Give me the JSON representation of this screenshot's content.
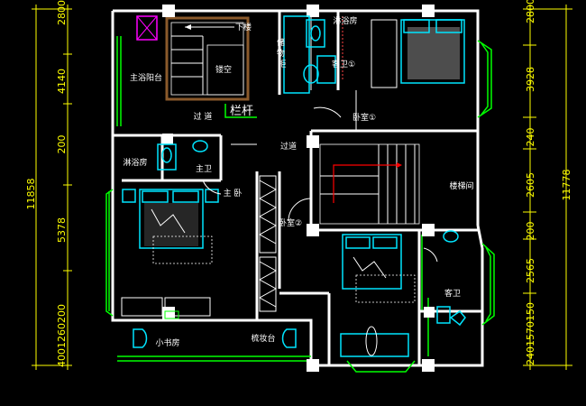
{
  "labels": {
    "down_stairs": "下楼",
    "shower_top": "淋浴房",
    "master_balcony": "主浴阳台",
    "storage_cabinet": "储物柜",
    "void": "镂空",
    "guest_bath_1": "客卫①",
    "corridor_top": "过  道",
    "railing": "栏杆",
    "bedroom_1": "卧室①",
    "corridor_mid": "过道",
    "shower_left": "淋浴房",
    "master_bath": "主卫",
    "master_bedroom": "主  卧",
    "stairwell": "楼梯间",
    "bedroom_2": "卧室②",
    "guest_bath": "客卫",
    "study": "小书房",
    "vanity": "梳妆台"
  },
  "dims_left_outer": [
    "11858"
  ],
  "dims_left_inner": [
    "2800",
    "4140",
    "200",
    "5378",
    "4001260200"
  ],
  "dims_right_inner": [
    "2800",
    "3928",
    "240",
    "2605",
    "200",
    "2565",
    "2401570150"
  ],
  "dims_right_outer": [
    "11778"
  ],
  "colors": {
    "background": "#000000",
    "walls": "#ffffff",
    "furniture": "#00e5ff",
    "windows": "#00ff00",
    "dimensions": "#ffff00",
    "stair_arrow": "#ff0000",
    "wood_floor": "#8b5a2b"
  }
}
